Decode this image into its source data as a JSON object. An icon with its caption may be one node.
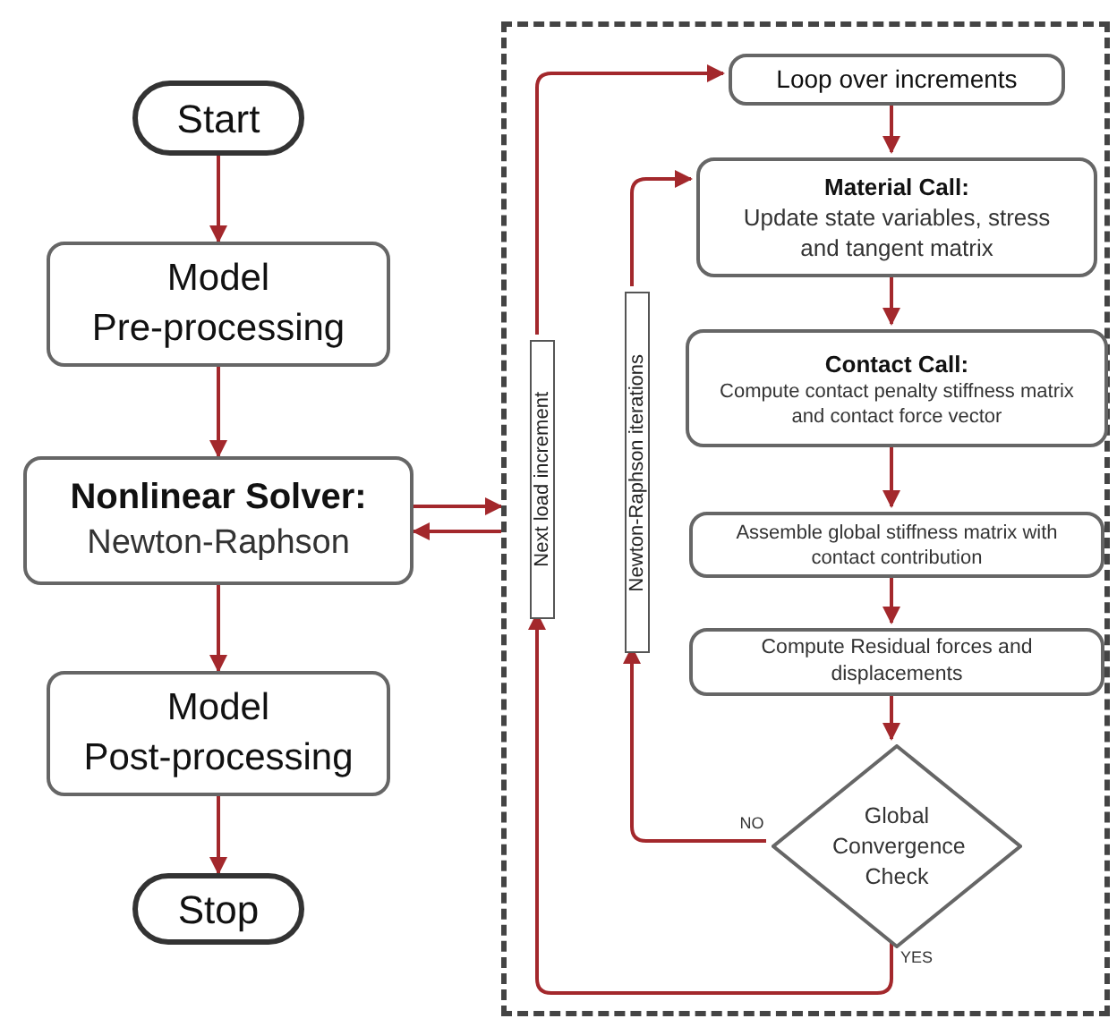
{
  "diagram": {
    "nodes": [
      {
        "text": [
          "Start"
        ]
      },
      {
        "text": [
          "Model Pre-processing"
        ]
      },
      {
        "text": [
          "Nonlinear Solver:",
          "Newton-Raphson"
        ]
      },
      {
        "text": [
          "Model Post-processing"
        ]
      },
      {
        "text": [
          "Stop"
        ]
      },
      {
        "text": [],
        "shape": "box"
      },
      {
        "text": [
          "Loop over increments"
        ],
        "in": 5
      },
      {
        "text": [
          "Material Call:",
          "Update state variables, stress and tangent matrix"
        ],
        "in": 5
      },
      {
        "text": [
          "Contact Call:",
          "Compute contact penalty stiffness matrix and contact force vector"
        ],
        "in": 5
      },
      {
        "text": [
          "Assemble global stiffness matrix with contact contribution"
        ],
        "in": 5
      },
      {
        "text": [
          "Compute Residual forces and displacements"
        ],
        "in": 5
      },
      {
        "text": [
          "Global Convergence Check"
        ],
        "in": 5
      },
      {
        "text": [
          "Next load increment"
        ],
        "in": 5
      },
      {
        "text": [
          "Newton-Raphson iterations"
        ],
        "in": 5
      }
    ],
    "edges": [
      {
        "from": 0,
        "to": 1,
        "arrow": "to"
      },
      {
        "from": 1,
        "to": 2,
        "arrow": "to"
      },
      {
        "from": 2,
        "to": 3,
        "arrow": "to"
      },
      {
        "from": 3,
        "to": 4,
        "arrow": "to"
      },
      {
        "from": 2,
        "to": 5,
        "arrow": "to"
      },
      {
        "from": 5,
        "to": 2,
        "arrow": "to"
      },
      {
        "from": 6,
        "to": 7,
        "arrow": "to"
      },
      {
        "from": 7,
        "to": 8,
        "arrow": "to"
      },
      {
        "from": 8,
        "to": 9,
        "arrow": "to"
      },
      {
        "from": 9,
        "to": 10,
        "arrow": "to"
      },
      {
        "from": 10,
        "to": 11,
        "arrow": "to"
      },
      {
        "from": 11,
        "to": 13,
        "arrow": "to",
        "label": "NO"
      },
      {
        "from": 13,
        "to": 7,
        "arrow": "to"
      },
      {
        "from": 11,
        "to": 12,
        "arrow": "to",
        "label": "YES"
      },
      {
        "from": 12,
        "to": 6,
        "arrow": "to"
      }
    ]
  }
}
